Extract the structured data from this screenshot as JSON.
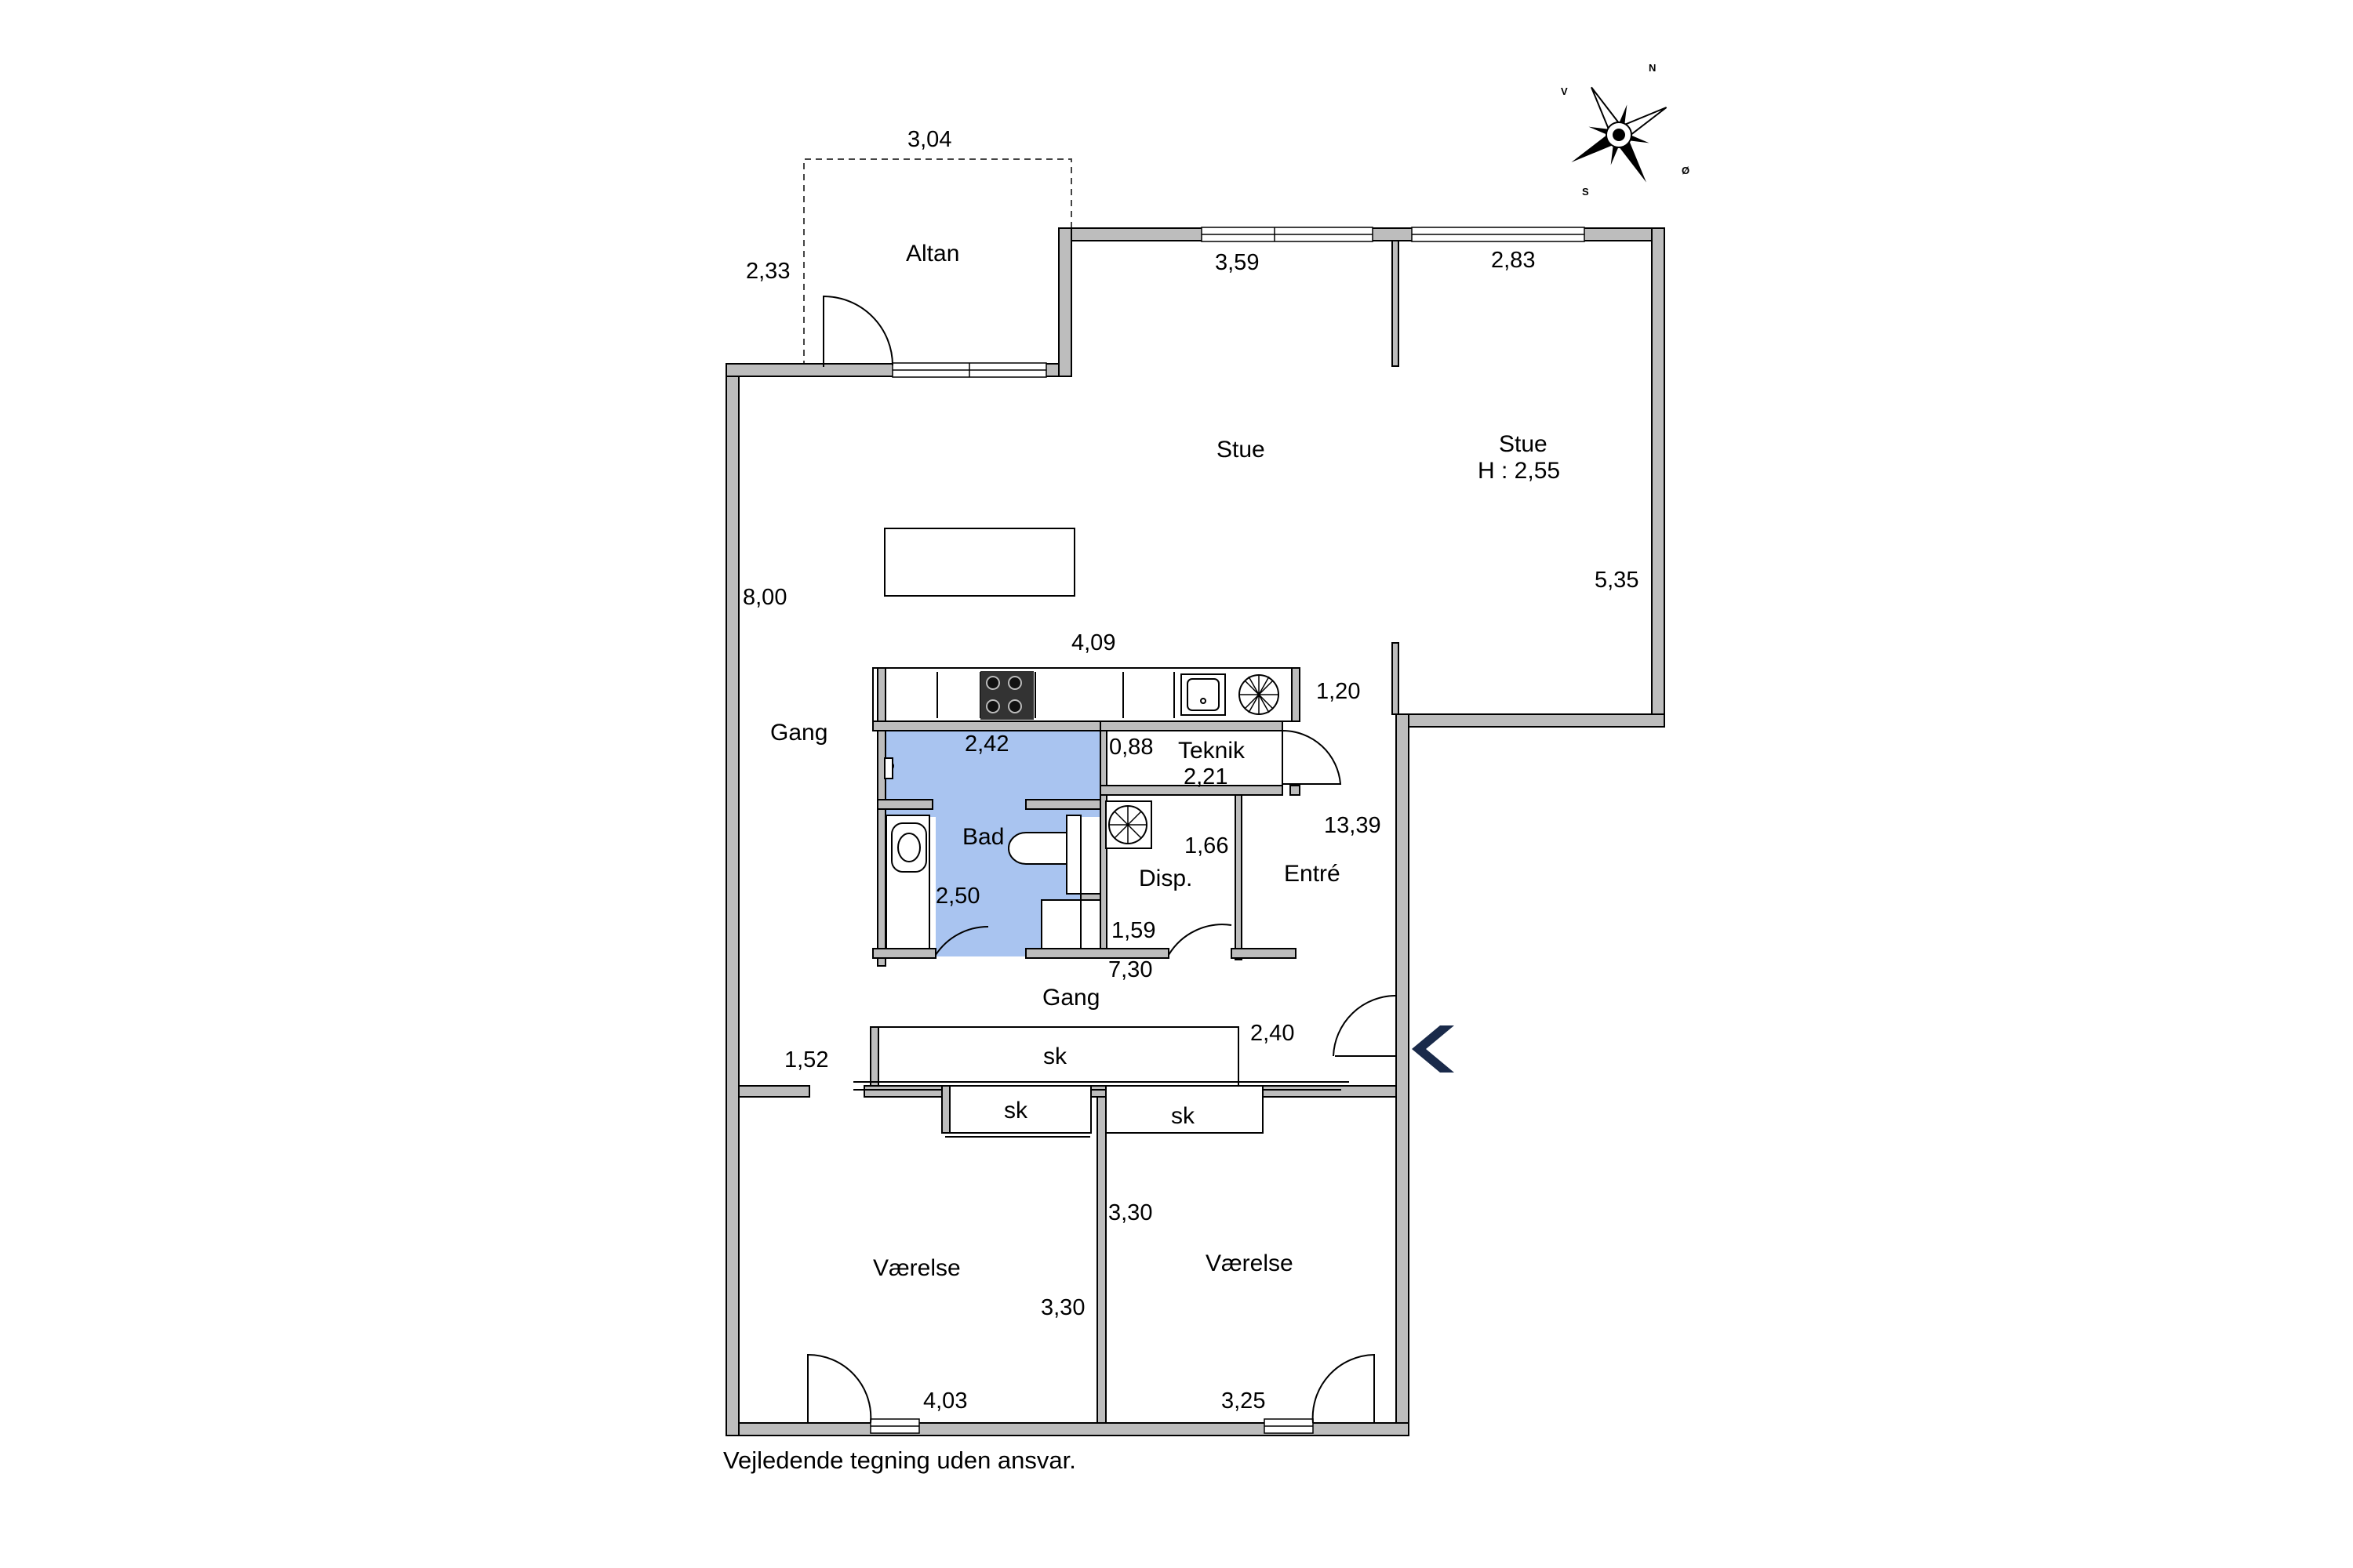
{
  "rooms": {
    "altan": "Altan",
    "stue": "Stue",
    "stue_east": "Stue",
    "stue_east_height": "H : 2,55",
    "gang_west": "Gang",
    "gang_center": "Gang",
    "bad": "Bad",
    "teknik": "Teknik",
    "disp": "Disp.",
    "entre": "Entré",
    "vaerelse_west": "Værelse",
    "vaerelse_east": "Værelse",
    "sk_hall": "sk",
    "sk_west": "sk",
    "sk_east": "sk"
  },
  "dimensions": {
    "altan_width": "3,04",
    "altan_depth": "2,33",
    "stue_window": "3,59",
    "stue_east_window": "2,83",
    "west_length": "8,00",
    "kitchen_width": "4,09",
    "east_height": "5,35",
    "teknik_depth_a": "1,20",
    "bad_width": "2,42",
    "teknik_depth_b": "0,88",
    "teknik_width": "2,21",
    "entre_length": "13,39",
    "disp_a": "1,66",
    "bad_depth": "2,50",
    "disp_b": "1,59",
    "gang_length": "7,30",
    "hall_width": "2,40",
    "sk_depth": "1,52",
    "vaerelse_east_side": "3,30",
    "vaerelse_west_side": "3,30",
    "vaerelse_west_width": "4,03",
    "vaerelse_east_width": "3,25"
  },
  "compass": {
    "north": "N",
    "south": "S",
    "east": "Ø",
    "west": "V"
  },
  "disclaimer": "Vejledende tegning uden ansvar.",
  "colors": {
    "wall": "#bdbdbd",
    "bathroom": "#a9c4f0",
    "entrance_arrow": "#1a2a4a"
  }
}
